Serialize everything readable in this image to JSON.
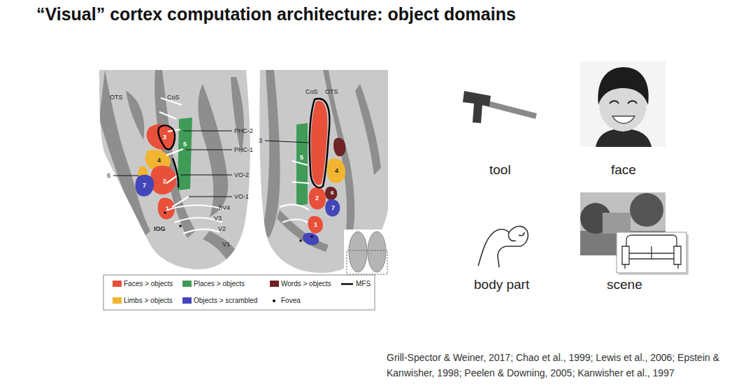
{
  "diagram": {
    "title": "“Visual” cortex computation architecture: object domains",
    "labels": [
      "OTS",
      "CoS",
      "PHC-2",
      "PHC-1",
      "VO-2",
      "6",
      "VO-1",
      "hV4",
      "V3",
      "V2",
      "V1",
      "IOG",
      "3",
      "5",
      "4",
      "2",
      "7",
      "1",
      "CoS",
      "OTS",
      "3",
      "5",
      "4",
      "2",
      "6",
      "7",
      "1",
      "tool",
      "face",
      "body part",
      "scene",
      "Grill-Spector & Weiner, 2017; Chao et al., 1999; Lewis et al., 2006; Epstein & Kanwisher, 1998; Peelen & Downing, 2005; Kanwisher et al., 1997"
    ],
    "legend": [
      {
        "text": "Faces > objects",
        "color": "#e8503a"
      },
      {
        "text": "Places > objects",
        "color": "#3f9b57"
      },
      {
        "text": "Words > objects",
        "color": "#6e2424"
      },
      {
        "text": "MFS"
      },
      {
        "text": "Limbs > objects",
        "color": "#f2b531"
      },
      {
        "text": "Objects > scrambled",
        "color": "#4346b8"
      },
      {
        "text": "Fovea"
      }
    ]
  }
}
